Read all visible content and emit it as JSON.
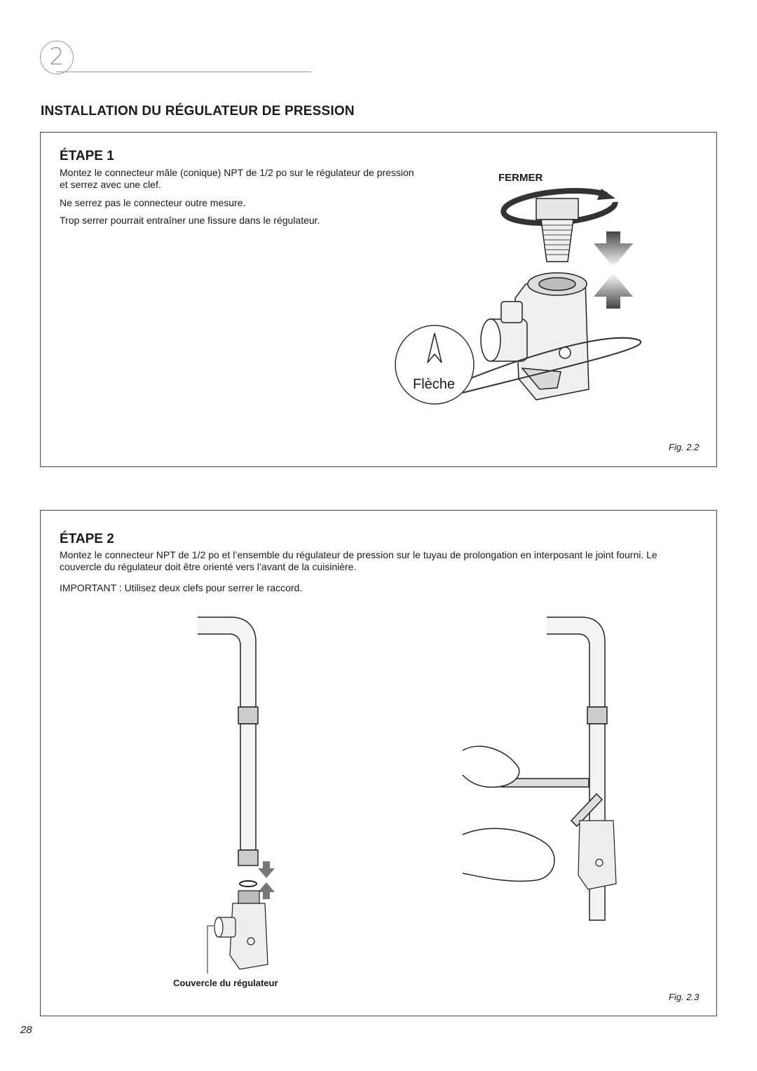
{
  "header": {
    "chapter_number": "2",
    "section_title": "INSTALLATION DU RÉGULATEUR DE PRESSION"
  },
  "step1": {
    "title": "ÉTAPE 1",
    "paragraphs": [
      "Montez le connecteur mâle (conique) NPT de 1/2 po sur le régulateur de pression et serrez avec une clef.",
      "Ne serrez pas le connecteur outre mesure.",
      "Trop serrer pourrait entraîner une fissure dans le régulateur."
    ],
    "figure": {
      "tighten_label": "FERMER",
      "arrow_label": "Flèche",
      "caption": "Fig. 2.2"
    }
  },
  "step2": {
    "title": "ÉTAPE 2",
    "paragraphs": [
      "Montez le connecteur NPT de 1/2 po et l’ensemble du régulateur de pression sur le tuyau de prolongation en interposant le joint fourni. Le couvercle du régulateur doit être orienté vers l’avant de la cuisinière.",
      "IMPORTANT : Utilisez deux clefs pour serrer le raccord."
    ],
    "figure": {
      "cover_label": "Couvercle du régulateur",
      "caption": "Fig. 2.3"
    }
  },
  "footer": {
    "page_number": "28"
  }
}
